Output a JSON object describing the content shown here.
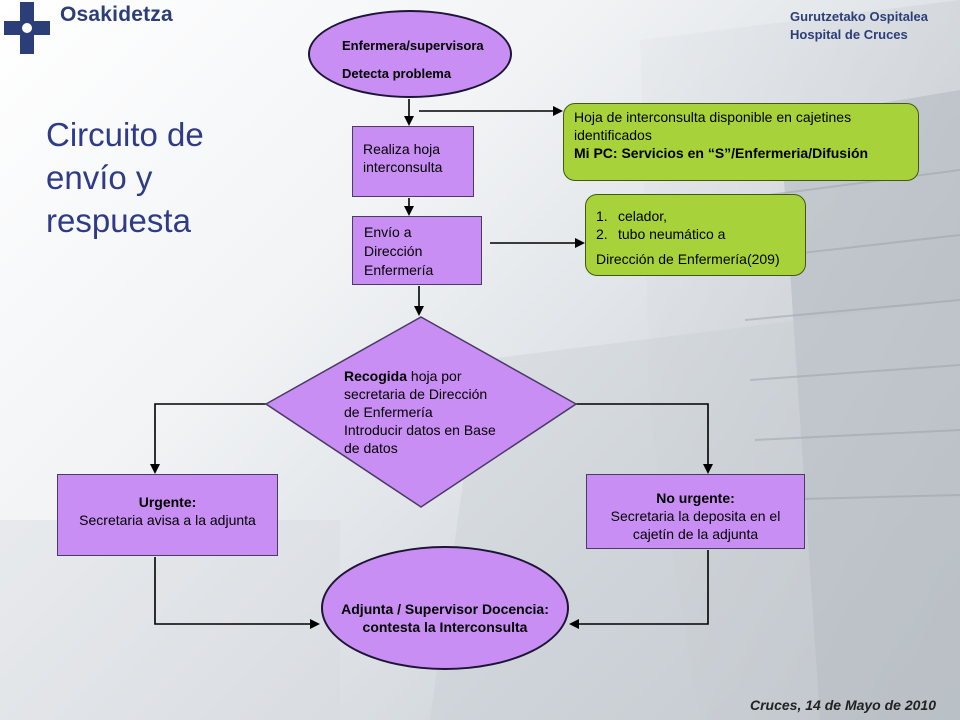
{
  "header": {
    "brand": "Osakidetza",
    "hospital_line1": "Gurutzetako Ospitalea",
    "hospital_line2": "Hospital de Cruces"
  },
  "title": "Circuito de envío y respuesta",
  "flow": {
    "start": {
      "line1": "Enfermera/supervisora",
      "line2": "Detecta problema"
    },
    "hoja": {
      "line1": "Realiza hoja",
      "line2": "interconsulta"
    },
    "envio": {
      "line1": "Envío a",
      "line2": "Dirección",
      "line3": "Enfermería"
    },
    "recogida": {
      "bold_word": "Recogida",
      "line1_rest": " hoja por",
      "line2": "secretaria de Dirección",
      "line3": "de Enfermería",
      "line4": "Introducir datos en Base",
      "line5": "de datos"
    },
    "urgente": {
      "title": "Urgente:",
      "text": "Secretaria avisa a la adjunta"
    },
    "no_urgente": {
      "title": "No urgente:",
      "line1": "Secretaria la deposita en el",
      "line2": "cajetín de la adjunta"
    },
    "adjunta": {
      "line1": "Adjunta / Supervisor Docencia:",
      "line2": "contesta la Interconsulta"
    }
  },
  "notes": {
    "hoja": {
      "line1": "Hoja de interconsulta disponible en cajetines",
      "line2": "identificados",
      "line3": "Mi PC: Servicios en “S”/Enfermeria/Difusión"
    },
    "envio": {
      "items": [
        {
          "num": "1.",
          "text": "celador,"
        },
        {
          "num": "2.",
          "text": "tubo neumático a"
        }
      ],
      "last": "Dirección de Enfermería(209)"
    }
  },
  "footer": "Cruces, 14 de Mayo de 2010",
  "colors": {
    "node_fill": "#c98ef3",
    "note_fill": "#a8d23a",
    "title": "#2f3b86",
    "brand": "#2c3e78"
  }
}
